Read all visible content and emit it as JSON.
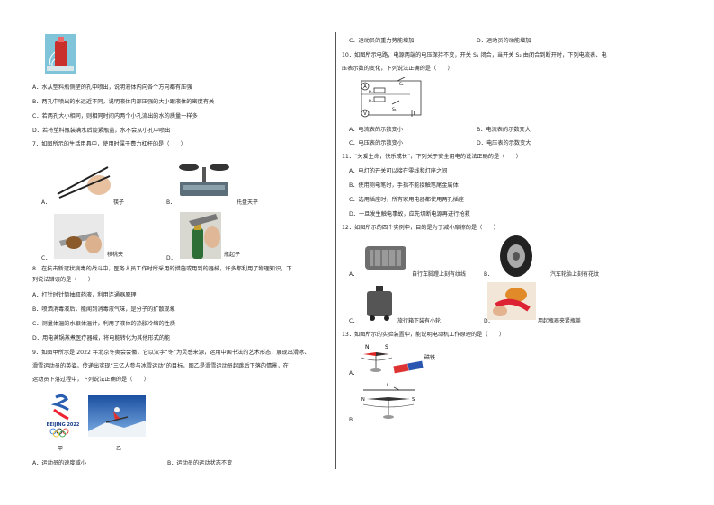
{
  "left": {
    "q6_options": [
      "A．水从塑料瓶侧壁的孔中喷出，说明液体内向各个方向都有压强",
      "B．两孔中喷出的水远近不同，说明液体内部压强的大小跟液体的密度有关",
      "C．若两孔大小相同，则相同时间内两个小孔流出的水的质量一样多",
      "D．若将塑料瓶装满水后旋紧瓶盖，水不会从小孔中喷出"
    ],
    "q7_stem": "7．如图所示的生活用具中，使用时属于费力杠杆的是（　　）",
    "q7_A_letter": "A．",
    "q7_A_caption": "筷子",
    "q7_B_letter": "B．",
    "q7_B_caption": "托盘天平",
    "q7_C_letter": "C．",
    "q7_C_caption": "核桃夹",
    "q7_D_letter": "D．",
    "q7_D_caption": "瓶起子",
    "q8_stem1": "8．在抗击新冠状病毒的战斗中，医务人员工作时所采用的措施或用到的器械，许多都利用了物理知识，下",
    "q8_stem2": "列说法错误的是（　　）",
    "q8_options": [
      "A．打针时针筒抽取药液，利用连通器原理",
      "B．喷洒消毒液后，能闻到消毒液气味，是分子的扩散现象",
      "C．测量体温的水银体温计，利用了液体的热胀冷缩的性质",
      "D．用电蒸锅蒸煮医疗器械，将电能转化为其他形式的能"
    ],
    "q9_stem1": "9．如图甲所示是 2022 年北京冬奥会会徽，它以汉字“冬”为灵感来源，运用中国书法的艺术形态，展现出滑冰、",
    "q9_stem2": "滑雪运动员的英姿。传递出实现“三亿人参与冰雪运动”的目标，图乙是滑雪运动员起跳后下落的情景，在",
    "q9_stem3": "运动员下落过程中，下列说法正确的是（　　）",
    "logo_text": "BEIJING 2022",
    "fig_jia": "甲",
    "fig_yi": "乙",
    "q9_A": "A．运动员的速度减小",
    "q9_B": "B．运动员的运动状态不变"
  },
  "right": {
    "q9_C": "C．运动员的重力势能增加",
    "q9_D": "D．运动员的动能增加",
    "q10_stem1": "10．如图所示电路，电源两端的电压保持不变，开关 S₁ 闭合，当开关 S₂ 由闭合到断开时，下列电流表、电",
    "q10_stem2": "压表示数的变化，下列说法正确的是（　　）",
    "circuit": {
      "A": "A",
      "V": "V",
      "R1": "R₁",
      "R2": "R₂",
      "S1": "S₁",
      "S2": "S₂"
    },
    "q10_A": "A．电流表的示数变小",
    "q10_B": "B．电流表的示数变大",
    "q10_C": "C．电压表的示数变小",
    "q10_D": "D．电压表的示数变大",
    "q11_stem": "11．“关爱生命，快乐成长”，下列关于安全用电的说法正确的是（　　）",
    "q11_options": [
      "A．电灯的开关可以接在零线和灯座之间",
      "B．使用测电笔时，手指不能接触笔尾金属体",
      "C．选用插座时，所有家用电器都使用两孔插座",
      "D．一旦发生触电事故，应先切断电源再进行抢救"
    ],
    "q12_stem": "12．如图所示的四个实例中，目的是为了减小摩擦的是（　　）",
    "q12_A_letter": "A．",
    "q12_A_caption": "自行车脚蹬上刻有纹线",
    "q12_B_letter": "B．",
    "q12_B_caption": "汽车轮胎上刻有花纹",
    "q12_C_letter": "C．",
    "q12_C_caption": "旅行箱下装有小轮",
    "q12_D_letter": "D．",
    "q12_D_caption": "用起瓶器夹紧瓶盖",
    "q13_stem": "13．如图所示的实验装置中，能说明电动机工作原理的是（　　）",
    "q13_A": "A．",
    "q13_B": "B．",
    "magnet_N": "N",
    "magnet_S": "S",
    "magnet_label": "磁铁",
    "wire_I": "I"
  },
  "colors": {
    "text": "#2a2a2a",
    "divider": "#555555"
  }
}
